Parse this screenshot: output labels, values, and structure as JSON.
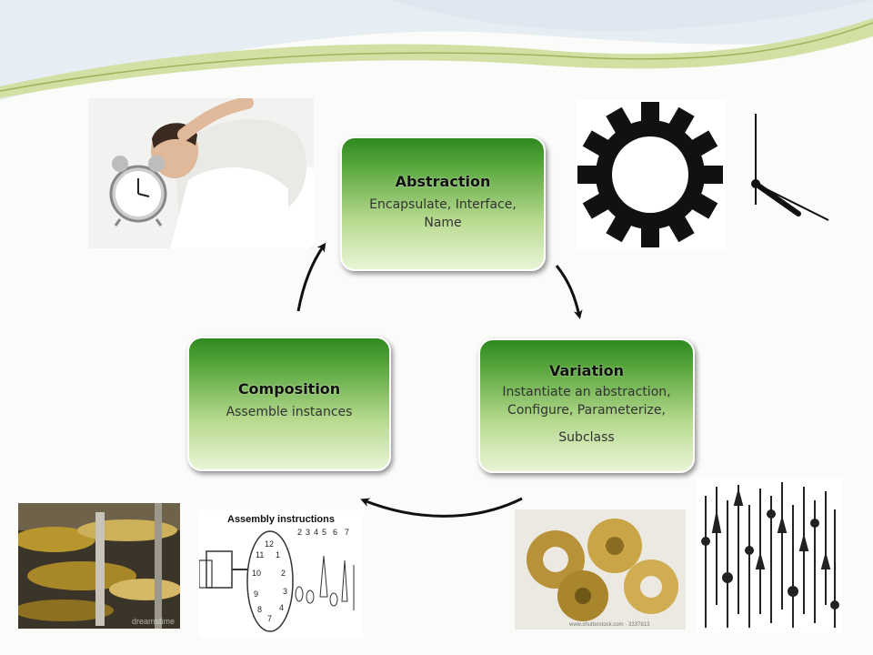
{
  "cycle": {
    "abstraction": {
      "title": "Abstraction",
      "line1": "Encapsulate, Interface,",
      "line2": "Name"
    },
    "variation": {
      "title": "Variation",
      "line1": "Instantiate an abstraction,",
      "line2": "Configure, Parameterize,",
      "line3": "Subclass"
    },
    "composition": {
      "title": "Composition",
      "line1": "Assemble instances"
    }
  },
  "images": {
    "assembly_title": "Assembly instructions",
    "watermark_shutterstock": "www.shutterstock.com · 3337813",
    "watermark_dreamstime": "dreamstime"
  },
  "colors": {
    "box_top": "#2f8a1f",
    "box_bottom": "#e9f5d6",
    "swoosh": "#c8d89a",
    "gear": "#111111",
    "brass": "#b8962e"
  }
}
